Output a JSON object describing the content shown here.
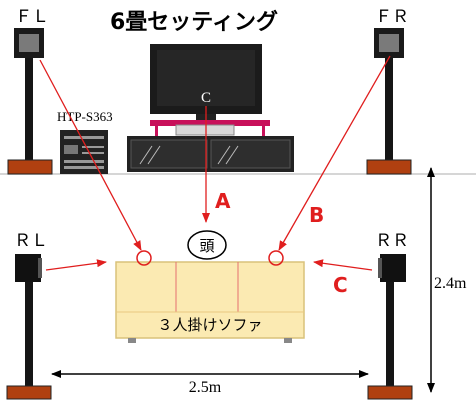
{
  "title": "6畳セッティング",
  "speakers": {
    "front_left": "ＦＬ",
    "front_right": "ＦＲ",
    "rear_left": "ＲＬ",
    "rear_right": "ＲＲ"
  },
  "tv_label": "C",
  "receiver_label": "HTP-S363",
  "head_label": "頭",
  "sofa_label": "３人掛けソファ",
  "arrows": {
    "a": "A",
    "b": "B",
    "c": "C"
  },
  "dimensions": {
    "width": "2.5m",
    "depth": "2.4m"
  },
  "colors": {
    "arrow": "#e01e1e",
    "sofa_fill": "#fbeab2",
    "stand_base": "#b04010",
    "tv_shelf": "#c8105a"
  }
}
